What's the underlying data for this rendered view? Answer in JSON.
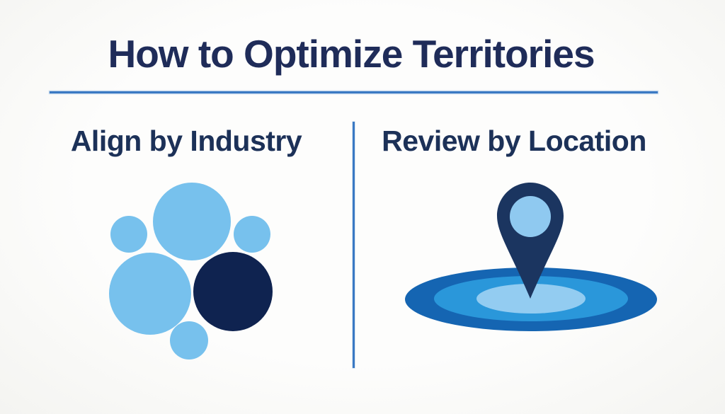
{
  "slide": {
    "title": "How to Optimize Territories",
    "sections": [
      {
        "heading": "Align by Industry",
        "graphic": "industry-bubbles-icon"
      },
      {
        "heading": "Review by Location",
        "graphic": "location-pin-icon"
      }
    ]
  },
  "colors": {
    "background": "#FAFAF8",
    "title_text": "#1F2C59",
    "heading_text": "#1C3158",
    "rule_blue": "#3A79C3",
    "bubble_light": "#77C1ED",
    "bubble_dark": "#0F2350",
    "pin_navy": "#1B3560",
    "pin_inner_circle": "#8FC9F0",
    "ellipse_outer": "#1565B2",
    "ellipse_middle": "#2A97DA",
    "ellipse_inner": "#93CCF1"
  }
}
